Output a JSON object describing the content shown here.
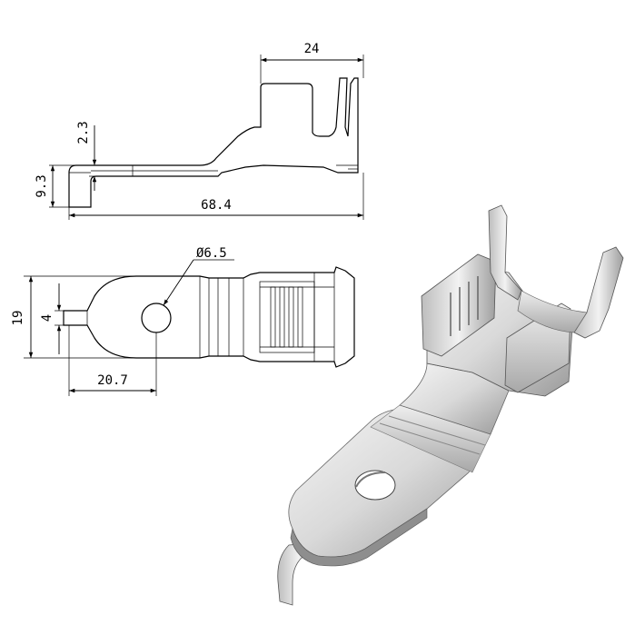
{
  "dimensions": {
    "overall_width_top": "24",
    "thickness": "2.3",
    "height": "9.3",
    "overall_length": "68.4",
    "hole_diameter": "Ø6.5",
    "total_width": "19",
    "tab_width": "4",
    "hole_offset": "20.7"
  }
}
